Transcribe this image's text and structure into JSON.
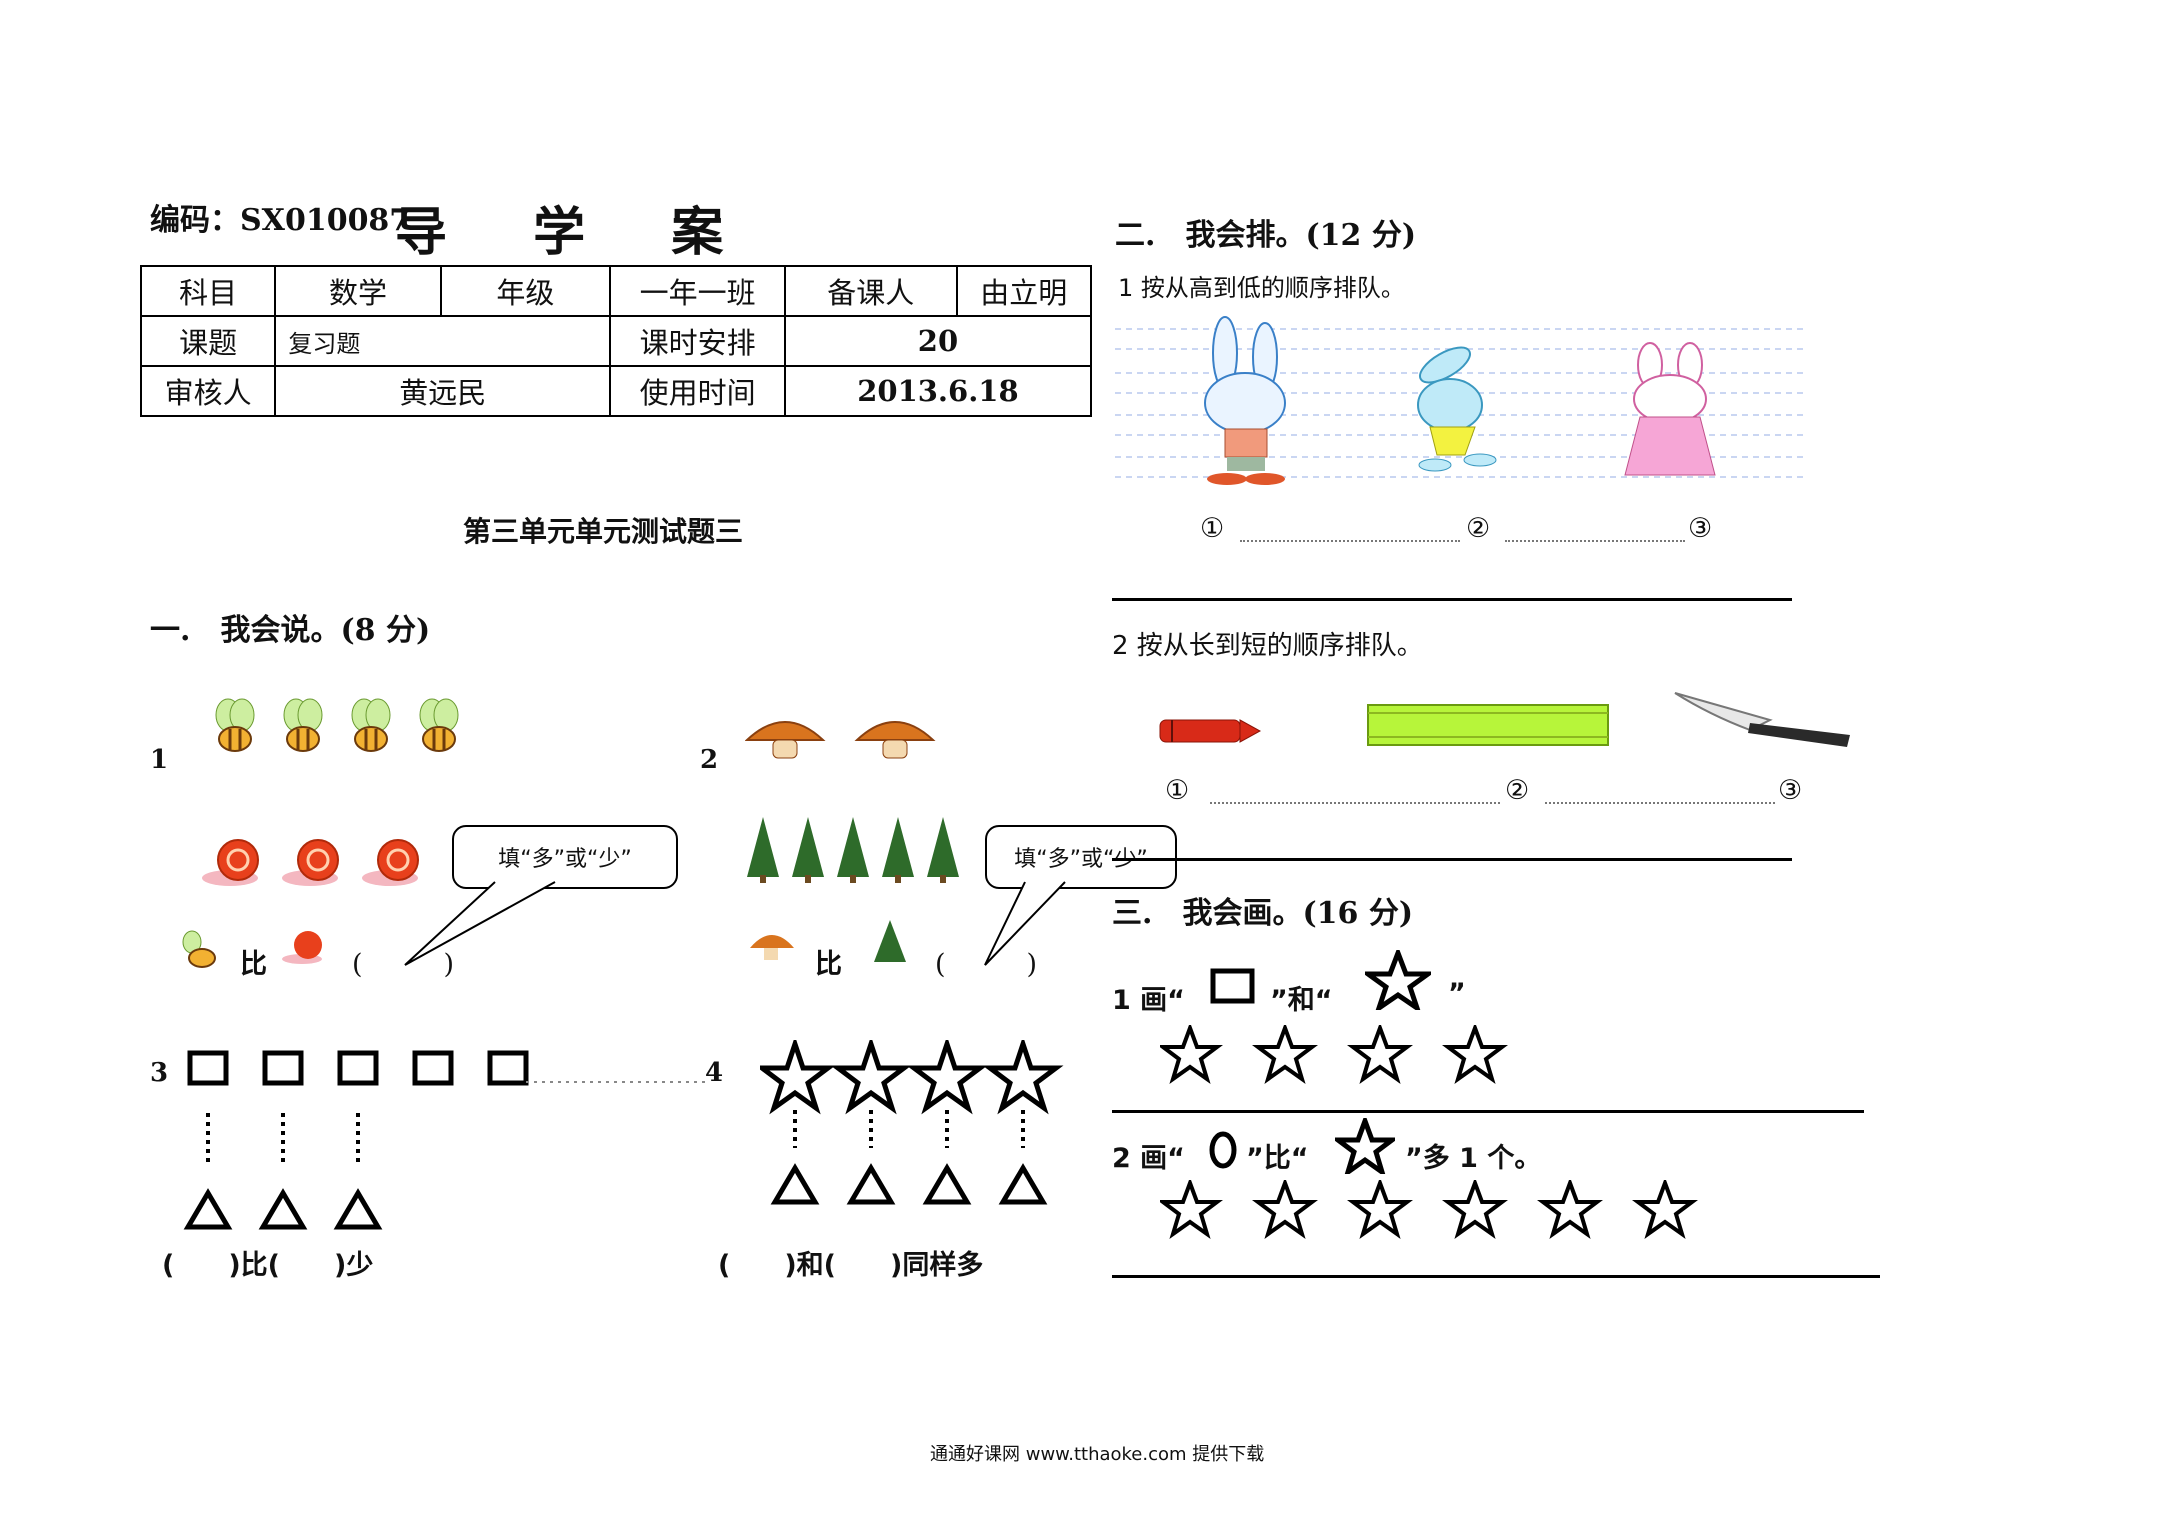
{
  "header": {
    "code_label": "编码：SX010087",
    "title": "导 学 案"
  },
  "info_table": {
    "r1": [
      "科目",
      "数学",
      "年级",
      "一年一班",
      "备课人",
      "由立明"
    ],
    "r2": [
      "课题",
      "复习题",
      "课时安排",
      "20"
    ],
    "r3": [
      "审核人",
      "黄远民",
      "使用时间",
      "2013.6.18"
    ]
  },
  "unit_title": "第三单元单元测试题三",
  "section1": {
    "heading": "一.　我会说。(8 分)",
    "q1_num": "1",
    "q2_num": "2",
    "q3_num": "3",
    "q4_num": "4",
    "bubble_text": "填“多”或“少”",
    "compare_word": "比",
    "blank": "(　　　)",
    "q3_answer": "(　　)比(　　)少",
    "q4_answer": "(　　)和(　　)同样多"
  },
  "section2": {
    "heading": "二.　我会排。(12 分)",
    "q1_text": "1 按从高到低的顺序排队。",
    "q2_text": "2 按从长到短的顺序排队。",
    "marks": [
      "①",
      "②",
      "③"
    ]
  },
  "section3": {
    "heading": "三.　我会画。(16 分)",
    "q1_prefix": "1 画“",
    "q1_mid": "”和“",
    "q1_end": "”",
    "q2_prefix": "2 画“",
    "q2_mid": "”比“",
    "q2_end": "”多 1 个。"
  },
  "footer": "通通好课网 www.tthaoke.com 提供下载",
  "colors": {
    "accent_green": "#b7f53a",
    "snail_red": "#e8401c",
    "tree_green": "#2e6b2a",
    "mushroom": "#d9741e"
  }
}
